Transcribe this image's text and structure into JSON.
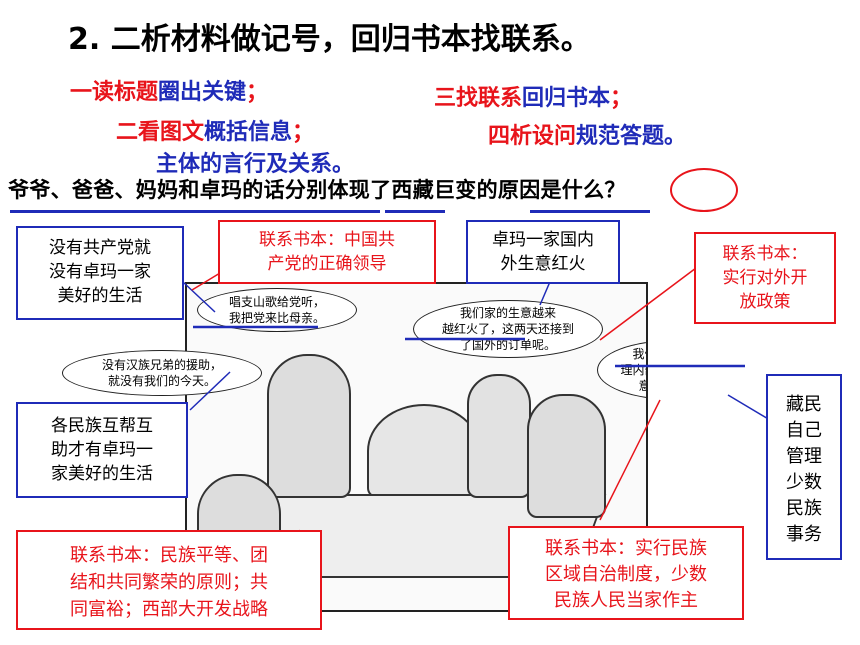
{
  "title": "2. 二析材料做记号，回归书本找联系。",
  "steps": {
    "step1_red": "一读标题",
    "step1_blue": "圈出关键",
    "step1_tail": "；",
    "step2_red": "二看图文",
    "step2_blue": "概括信息",
    "step2_tail": "；",
    "step2_line2": "主体的言行及关系。",
    "step3_red": "三找联系",
    "step3_blue": "回归书本",
    "step3_tail": "；",
    "step4_red": "四析设问",
    "step4_blue": "规范答题。"
  },
  "question": "爷爷、爸爸、妈妈和卓玛的话分别体现了西藏巨变的原因是什么？",
  "boxes": {
    "top_left_blue": [
      "没有共产党就",
      "没有卓玛一家",
      "美好的生活"
    ],
    "top_mid_red": [
      "联系书本：中国共",
      "产党的正确领导"
    ],
    "top_center_blue": [
      "卓玛一家国内",
      "外生意红火"
    ],
    "top_right_red": [
      "联系书本：",
      "实行对外开",
      "放政策"
    ],
    "mid_left_blue": [
      "各民族互帮互",
      "助才有卓玛一",
      "家美好的生活"
    ],
    "right_vertical_blue": [
      "藏民",
      "自己",
      "管理",
      "少数",
      "民族",
      "事务"
    ],
    "bottom_left_red": [
      "联系书本：民族平等、团",
      "结和共同繁荣的原则；共",
      "同富裕；西部大开发战略"
    ],
    "bottom_right_red": [
      "联系书本：实行民族",
      "区域自治制度，少数",
      "民族人民当家作主"
    ]
  },
  "bubbles": {
    "b1": [
      "唱支山歌给党听，",
      "我把党来比母亲。"
    ],
    "b2": [
      "没有汉族兄弟的援助，",
      "就没有我们的今天。"
    ],
    "b3": [
      "我们家的生意越来",
      "越红火了，这两天还接到",
      "了国外的订单呢。"
    ],
    "b4": [
      "我们藏民自己管",
      "理内部事务，主人翁",
      "意识更强了！"
    ]
  },
  "colors": {
    "red": "#e8141b",
    "blue": "#1f2bb8"
  }
}
